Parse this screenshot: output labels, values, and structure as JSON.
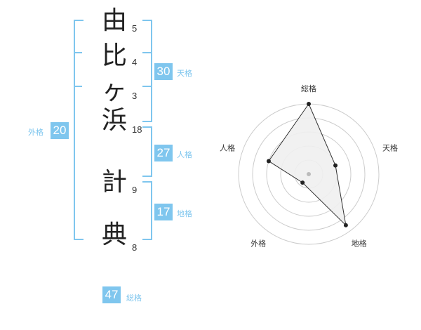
{
  "name": {
    "chars": [
      "由",
      "比",
      "ヶ",
      "浜",
      "計",
      "典"
    ],
    "strokes": [
      "5",
      "4",
      "3",
      "18",
      "9",
      "8"
    ]
  },
  "fortune": {
    "tenkaku": {
      "label": "天格",
      "value": "30"
    },
    "jinkaku": {
      "label": "人格",
      "value": "27"
    },
    "chikaku": {
      "label": "地格",
      "value": "17"
    },
    "gaikaku": {
      "label": "外格",
      "value": "20"
    },
    "soukaku": {
      "label": "総格",
      "value": "47"
    }
  },
  "radar": {
    "axes": [
      "総格",
      "天格",
      "地格",
      "外格",
      "人格"
    ],
    "values": [
      1.0,
      0.4,
      0.9,
      0.15,
      0.6
    ],
    "colors": {
      "fill": "#f0f0f0",
      "line": "#333333",
      "grid": "#cccccc",
      "point": "#222222",
      "center": "#bbbbbb"
    }
  },
  "colors": {
    "accent": "#7fc6ee"
  }
}
